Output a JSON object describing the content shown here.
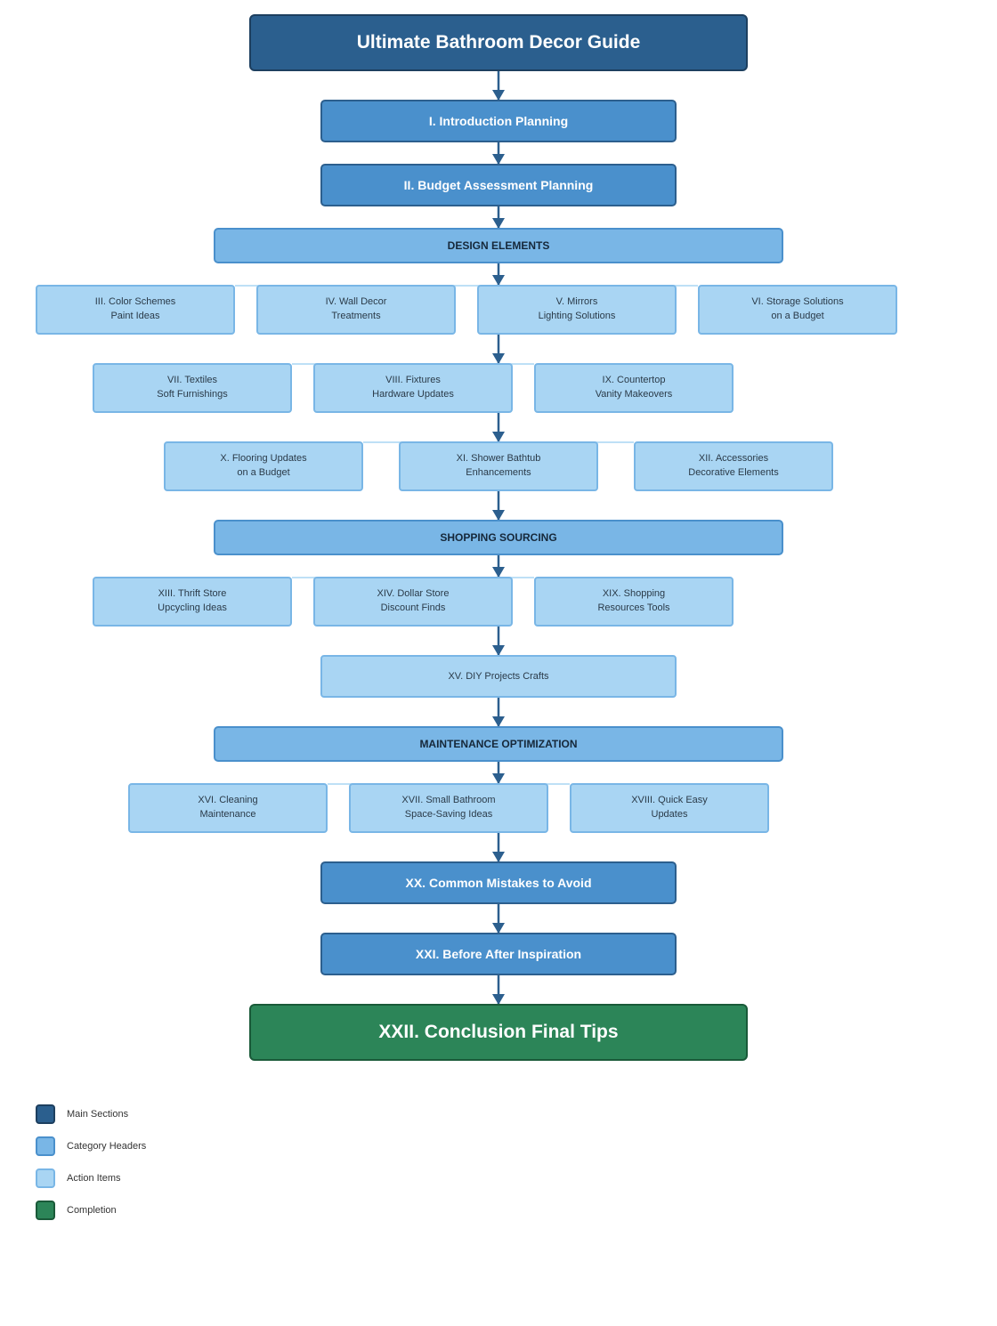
{
  "title": "Ultimate Bathroom Decor Guide",
  "main_sections": {
    "intro": "I. Introduction Planning",
    "budget": "II. Budget Assessment Planning",
    "mistakes": "XX. Common Mistakes to Avoid",
    "before_after": "XXI. Before After Inspiration"
  },
  "categories": {
    "design": "DESIGN ELEMENTS",
    "shopping": "SHOPPING SOURCING",
    "maintenance": "MAINTENANCE OPTIMIZATION"
  },
  "design_items": [
    [
      "III. Color Schemes",
      "Paint Ideas"
    ],
    [
      "IV. Wall Decor",
      "Treatments"
    ],
    [
      "V. Mirrors",
      "Lighting Solutions"
    ],
    [
      "VI. Storage Solutions",
      "on a Budget"
    ],
    [
      "VII. Textiles",
      "Soft Furnishings"
    ],
    [
      "VIII. Fixtures",
      "Hardware Updates"
    ],
    [
      "IX. Countertop",
      "Vanity Makeovers"
    ],
    [
      "X. Flooring Updates",
      "on a Budget"
    ],
    [
      "XI. Shower Bathtub",
      "Enhancements"
    ],
    [
      "XII. Accessories",
      "Decorative Elements"
    ]
  ],
  "shopping_items": [
    [
      "XIII. Thrift Store",
      "Upcycling Ideas"
    ],
    [
      "XIV. Dollar Store",
      "Discount Finds"
    ],
    [
      "XIX. Shopping",
      "Resources Tools"
    ]
  ],
  "diy": "XV. DIY Projects Crafts",
  "maintenance_items": [
    [
      "XVI. Cleaning",
      "Maintenance"
    ],
    [
      "XVII. Small Bathroom",
      "Space-Saving Ideas"
    ],
    [
      "XVIII. Quick Easy",
      "Updates"
    ]
  ],
  "conclusion": "XXII. Conclusion Final Tips",
  "legend": [
    {
      "label": "Main Sections",
      "color": "#2b5f8e"
    },
    {
      "label": "Category Headers",
      "color": "#79b6e6"
    },
    {
      "label": "Action Items",
      "color": "#a9d5f3"
    },
    {
      "label": "Completion",
      "color": "#2c8558"
    }
  ],
  "colors": {
    "main_section": "#2b5f8e",
    "main_node": "#4a90cc",
    "category": "#79b6e6",
    "action": "#a9d5f3",
    "completion": "#2c8558",
    "arrow": "#2c5f8e"
  }
}
